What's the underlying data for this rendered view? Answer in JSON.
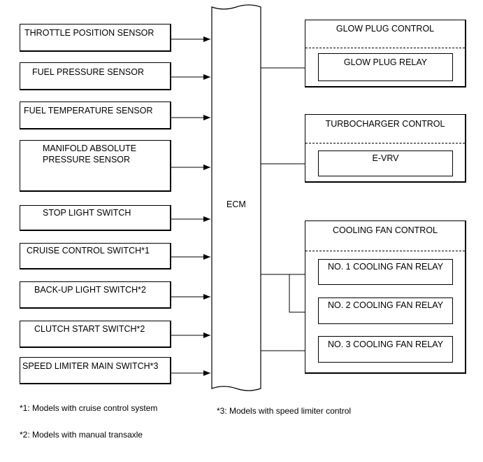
{
  "inputs": [
    {
      "label": "THROTTLE POSITION SENSOR"
    },
    {
      "label": "FUEL PRESSURE SENSOR"
    },
    {
      "label": "FUEL TEMPERATURE SENSOR"
    },
    {
      "label_line1": "MANIFOLD ABSOLUTE",
      "label_line2": "PRESSURE SENSOR"
    },
    {
      "label": "STOP LIGHT SWITCH"
    },
    {
      "label": "CRUISE CONTROL SWITCH*1"
    },
    {
      "label": "BACK-UP LIGHT SWITCH*2"
    },
    {
      "label": "CLUTCH START SWITCH*2"
    },
    {
      "label": "SPEED LIMITER MAIN SWITCH*3"
    }
  ],
  "ecm": {
    "label": "ECM"
  },
  "controls": {
    "glow": {
      "title": "GLOW PLUG CONTROL",
      "items": [
        "GLOW PLUG RELAY"
      ]
    },
    "turbo": {
      "title": "TURBOCHARGER CONTROL",
      "items": [
        "E-VRV"
      ]
    },
    "fan": {
      "title": "COOLING FAN CONTROL",
      "items": [
        "NO. 1 COOLING FAN RELAY",
        "NO. 2 COOLING FAN RELAY",
        "NO. 3 COOLING FAN RELAY"
      ]
    }
  },
  "notes": {
    "n1": "*1: Models with cruise control system",
    "n2": "*2: Models with manual transaxle",
    "n3": "*3: Models with speed limiter control"
  }
}
